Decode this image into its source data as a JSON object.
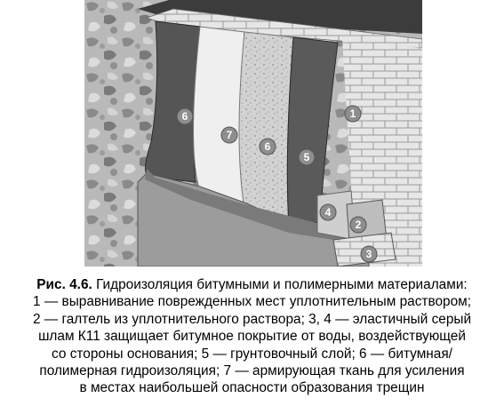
{
  "figure": {
    "markers": [
      "1",
      "2",
      "3",
      "4",
      "5",
      "6",
      "7",
      "6"
    ]
  },
  "caption": {
    "label": "Рис. 4.6.",
    "title": " Гидроизоляция битумными и полимерными материалами:",
    "lines": [
      "1 — выравнивание поврежденных мест уплотнительным раствором;",
      "2 — галтель из уплотнительного раствора; 3, 4 — эластичный серый",
      "шлам К11 защищает битумное покрытие от воды, воздействующей",
      "со стороны основания; 5 — грунтовочный слой; 6 — битумная/",
      "полимерная гидроизоляция; 7 — армирующая ткань для усиления",
      "в местах наибольшей опасности образования трещин"
    ]
  }
}
